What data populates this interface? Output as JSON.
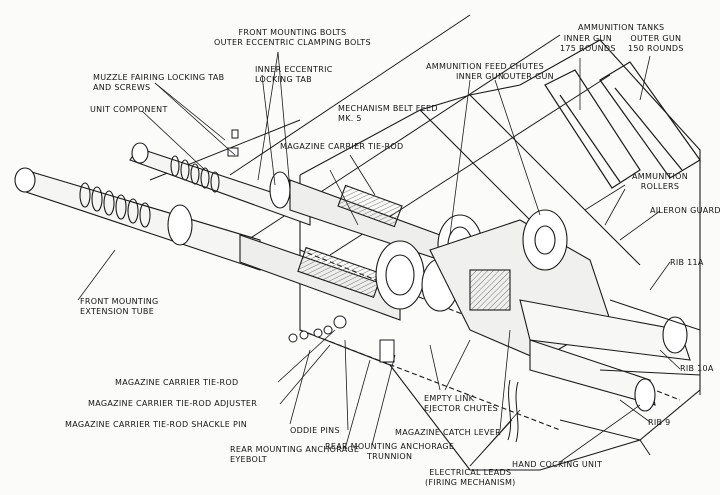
{
  "diagram": {
    "labels": {
      "front_mounting_bolts": "FRONT MOUNTING BOLTS",
      "outer_eccentric_clamping_bolts": "OUTER ECCENTRIC CLAMPING BOLTS",
      "inner_eccentric_line1": "INNER ECCENTRIC",
      "inner_eccentric_line2": "LOCKING TAB",
      "muzzle_fairing_line1": "MUZZLE FAIRING LOCKING TAB",
      "muzzle_fairing_line2": "AND SCREWS",
      "unit_component": "UNIT COMPONENT",
      "mechanism_belt_feed_line1": "MECHANISM BELT FEED",
      "mechanism_belt_feed_line2": "MK. 5",
      "magazine_carrier_tie_rod_top": "MAGAZINE CARRIER TIE-ROD",
      "ammunition_feed_chutes": "AMMUNITION FEED CHUTES",
      "feed_inner_gun": "INNER GUN",
      "feed_outer_gun": "OUTER GUN",
      "ammunition_tanks": "AMMUNITION TANKS",
      "tanks_inner_gun_line1": "INNER GUN",
      "tanks_inner_gun_line2": "175 ROUNDS",
      "tanks_outer_gun_line1": "OUTER GUN",
      "tanks_outer_gun_line2": "150 ROUNDS",
      "ammunition_rollers_line1": "AMMUNITION",
      "ammunition_rollers_line2": "ROLLERS",
      "aileron_guard": "AILERON GUARD",
      "rib_11a": "RIB 11A",
      "rib_10a": "RIB 10A",
      "rib_9": "RIB 9",
      "front_mounting_ext_line1": "FRONT MOUNTING",
      "front_mounting_ext_line2": "EXTENSION TUBE",
      "magazine_carrier_tie_rod": "MAGAZINE CARRIER TIE-ROD",
      "tie_rod_adjuster": "MAGAZINE CARRIER TIE-ROD ADJUSTER",
      "tie_rod_shackle_pin": "MAGAZINE CARRIER TIE-ROD SHACKLE PIN",
      "oddie_pins": "ODDIE PINS",
      "rear_anchorage_eyebolt_line1": "REAR MOUNTING ANCHORAGE",
      "rear_anchorage_eyebolt_line2": "EYEBOLT",
      "rear_anchorage_trunnion_line1": "REAR MOUNTING ANCHORAGE",
      "rear_anchorage_trunnion_line2": "TRUNNION",
      "empty_link_line1": "EMPTY LINK",
      "empty_link_line2": "EJECTOR CHUTES",
      "magazine_catch_lever": "MAGAZINE CATCH LEVER",
      "electrical_leads_line1": "ELECTRICAL LEADS",
      "electrical_leads_line2": "(FIRING MECHANISM)",
      "hand_cocking_unit": "HAND COCKING UNIT"
    }
  }
}
